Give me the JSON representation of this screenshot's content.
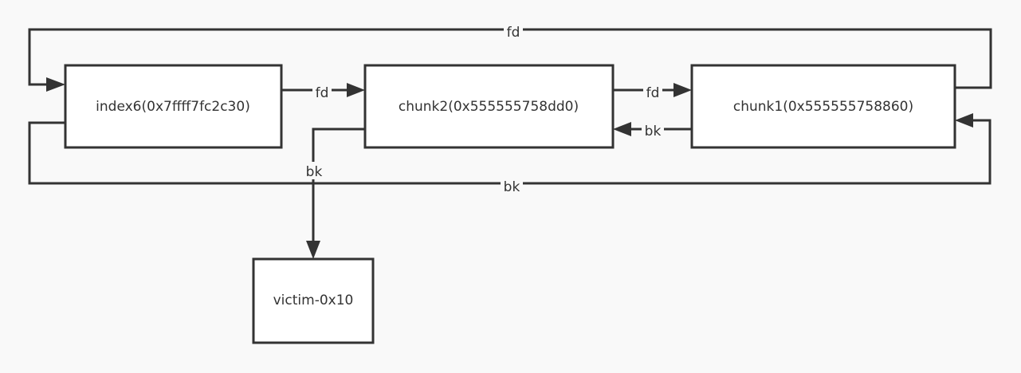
{
  "diagram": {
    "nodes": [
      {
        "id": "index6",
        "label": "index6(0x7ffff7fc2c30)"
      },
      {
        "id": "chunk2",
        "label": "chunk2(0x555555758dd0)"
      },
      {
        "id": "chunk1",
        "label": "chunk1(0x555555758860)"
      },
      {
        "id": "victim",
        "label": "victim-0x10"
      }
    ],
    "edges": [
      {
        "from": "index6",
        "to": "chunk2",
        "label": "fd"
      },
      {
        "from": "chunk2",
        "to": "chunk1",
        "label": "fd"
      },
      {
        "from": "chunk1",
        "to": "chunk2",
        "label": "bk"
      },
      {
        "from": "chunk1",
        "to": "index6",
        "label": "fd"
      },
      {
        "from": "index6",
        "to": "chunk1",
        "label": "bk"
      },
      {
        "from": "chunk2",
        "to": "victim",
        "label": "bk"
      }
    ]
  }
}
